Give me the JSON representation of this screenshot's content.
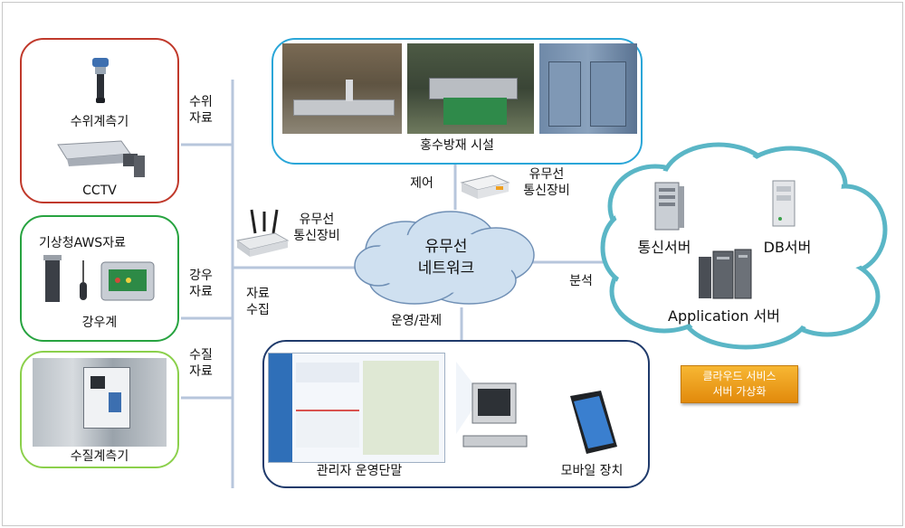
{
  "sensors": {
    "water_level_gauge": "수위계측기",
    "cctv": "CCTV",
    "aws_title": "기상청AWS자료",
    "rain_gauge": "강우계",
    "water_quality": "수질계측기"
  },
  "data_labels": {
    "water_level_1": "수위",
    "water_level_2": "자료",
    "rain_1": "강우",
    "rain_2": "자료",
    "quality_1": "수질",
    "quality_2": "자료",
    "collect_1": "자료",
    "collect_2": "수집"
  },
  "comm_left": {
    "line1": "유무선",
    "line2": "통신장비"
  },
  "comm_top": {
    "line1": "유무선",
    "line2": "통신장비"
  },
  "facility": "홍수방재 시설",
  "control": "제어",
  "network": {
    "line1": "유무선",
    "line2": "네트워크"
  },
  "operation": "운영/관제",
  "analysis": "분석",
  "cloud": {
    "comm_server": "통신서버",
    "db_server": "DB서버",
    "app_server": "Application 서버"
  },
  "badge": {
    "line1": "클라우드 서비스",
    "line2": "서버 가상화"
  },
  "terminal": "관리자 운영단말",
  "mobile": "모바일 장치",
  "colors": {
    "red_box": "#c0392b",
    "green_box": "#27a340",
    "lightgreen_box": "#8bd04b",
    "blue_box": "#2aa6d8",
    "navy_box": "#1f3a6b",
    "cloud_border": "#5ab6c6",
    "network_fill": "#cfe0f0",
    "bus_line": "#b7c6dc",
    "badge": "#f0a020"
  }
}
